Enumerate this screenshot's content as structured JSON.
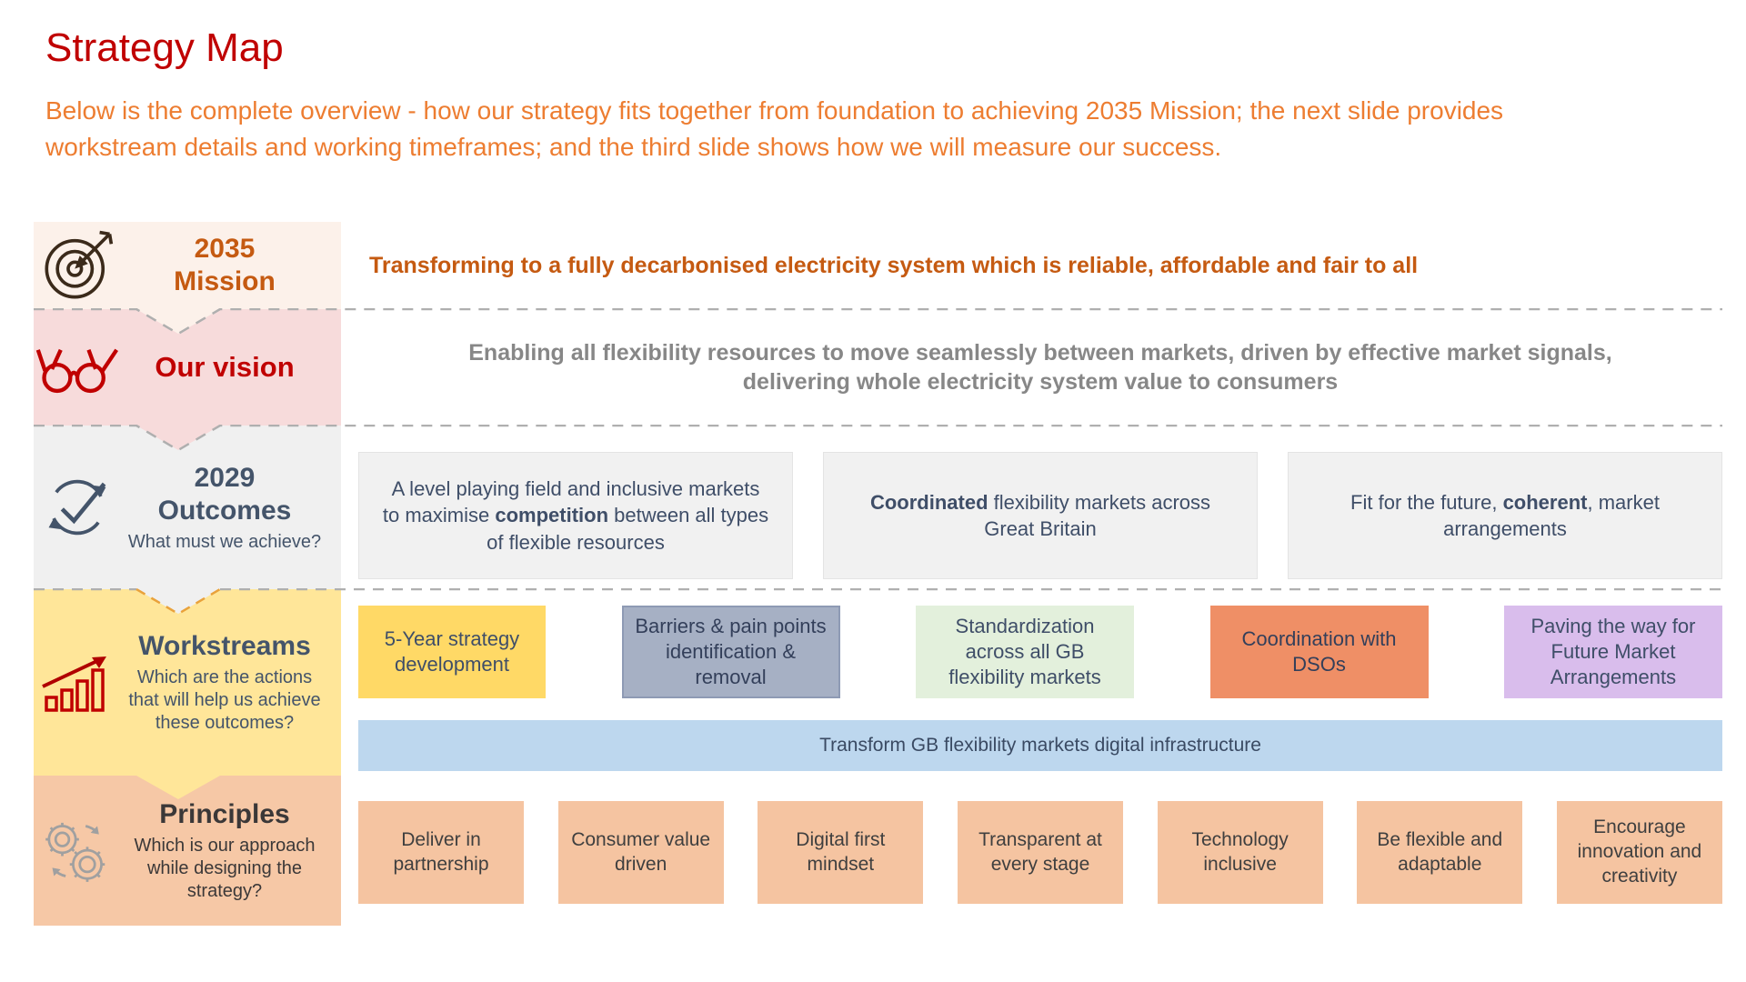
{
  "slide": {
    "title": "Strategy Map",
    "subtitle_lines": [
      "Below is the complete overview - how our strategy fits together from foundation to achieving 2035 Mission; the next slide provides",
      "workstream details and working timeframes; and the third slide shows how we will measure our success."
    ]
  },
  "mission": {
    "label": "2035\nMission",
    "statement": "Transforming to a fully decarbonised electricity system which is reliable, affordable and fair to all",
    "icon": "target-icon"
  },
  "vision": {
    "label": "Our vision",
    "statement_lines": [
      "Enabling all flexibility resources to move seamlessly between markets, driven by effective market signals,",
      "delivering whole electricity system value to consumers"
    ],
    "icon": "glasses-icon"
  },
  "outcomes": {
    "label": "2029\nOutcomes",
    "question": "What must we achieve?",
    "icon": "circular-check-icon",
    "boxes": [
      {
        "segments": [
          {
            "text": "A level playing field and inclusive markets to maximise ",
            "bold": false
          },
          {
            "text": "competition",
            "bold": true
          },
          {
            "text": " between all types of flexible resources",
            "bold": false
          }
        ]
      },
      {
        "segments": [
          {
            "text": "Coordinated",
            "bold": true
          },
          {
            "text": " flexibility markets across Great Britain",
            "bold": false
          }
        ]
      },
      {
        "segments": [
          {
            "text": "Fit for the future, ",
            "bold": false
          },
          {
            "text": "coherent",
            "bold": true
          },
          {
            "text": ", market arrangements",
            "bold": false
          }
        ]
      }
    ]
  },
  "workstreams": {
    "label": "Workstreams",
    "question": "Which are the actions that will help us achieve these outcomes?",
    "icon": "rising-bar-chart-icon",
    "boxes": [
      {
        "label": "5-Year strategy development"
      },
      {
        "label": "Barriers & pain points identification & removal"
      },
      {
        "label": "Standardization across all GB flexibility markets"
      },
      {
        "label": "Coordination with DSOs"
      },
      {
        "label": "Paving the way for Future Market Arrangements"
      }
    ],
    "bar": "Transform GB flexibility markets digital infrastructure"
  },
  "principles": {
    "label": "Principles",
    "question": "Which is our approach while designing the strategy?",
    "icon": "gears-icon",
    "boxes": [
      {
        "label": "Deliver in partnership"
      },
      {
        "label": "Consumer value driven"
      },
      {
        "label": "Digital first mindset"
      },
      {
        "label": "Transparent at every stage"
      },
      {
        "label": "Technology inclusive"
      },
      {
        "label": "Be flexible and adaptable"
      },
      {
        "label": "Encourage innovation and creativity"
      }
    ]
  },
  "colors": {
    "title_red": "#C00000",
    "subtitle_orange": "#ED7D31",
    "mission_accent": "#C55A11",
    "mission_band_bg": "#FCF1EA",
    "vision_band_bg": "#F7DBDB",
    "vision_red": "#C00000",
    "navy_text": "#44546A",
    "outcomes_band_bg": "#F0F0F0",
    "outcome_box_bg": "#F1F1F1",
    "workstreams_band_bg": "#FFE699",
    "ws_yellow": "#FFD966",
    "ws_bluegray": "#A6B0C4",
    "ws_green": "#E3F0DC",
    "ws_orange": "#EF8F66",
    "ws_purple": "#D9BDEC",
    "digital_bar_bg": "#BDD7EE",
    "principles_band_bg": "#F6C8A6",
    "principle_box_bg": "#F5C4A1",
    "gray_statement": "#878787",
    "dash_gray": "#AFAFAF",
    "dash_gold": "#E9A23B"
  }
}
